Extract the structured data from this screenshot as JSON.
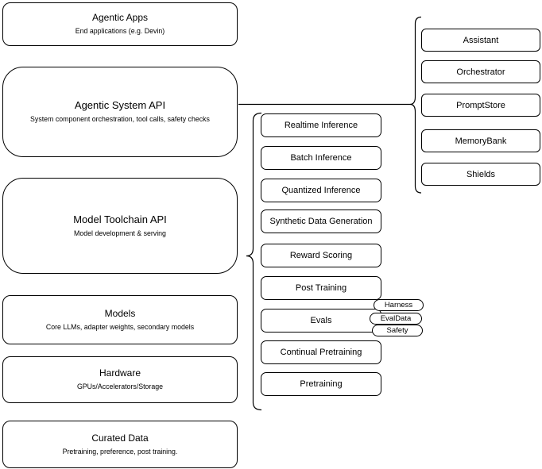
{
  "diagram": {
    "left_stack": [
      {
        "title": "Agentic Apps",
        "subtitle": "End applications (e.g. Devin)"
      },
      {
        "title": "Agentic System API",
        "subtitle": "System component orchestration, tool calls, safety checks"
      },
      {
        "title": "Model Toolchain API",
        "subtitle": "Model development & serving"
      },
      {
        "title": "Models",
        "subtitle": "Core LLMs, adapter weights, secondary models"
      },
      {
        "title": "Hardware",
        "subtitle": "GPUs/Accelerators/Storage"
      },
      {
        "title": "Curated Data",
        "subtitle": "Pretraining, preference, post training."
      }
    ],
    "toolchain_stack": [
      {
        "label": "Realtime Inference"
      },
      {
        "label": "Batch Inference"
      },
      {
        "label": "Quantized Inference"
      },
      {
        "label": "Synthetic Data Generation"
      },
      {
        "label": "Reward Scoring"
      },
      {
        "label": "Post Training"
      },
      {
        "label": "Evals"
      },
      {
        "label": "Continual Pretraining"
      },
      {
        "label": "Pretraining"
      }
    ],
    "eval_pills": [
      {
        "label": "Harness"
      },
      {
        "label": "EvalData"
      },
      {
        "label": "Safety"
      }
    ],
    "system_stack": [
      {
        "label": "Assistant"
      },
      {
        "label": "Orchestrator"
      },
      {
        "label": "PromptStore"
      },
      {
        "label": "MemoryBank"
      },
      {
        "label": "Shields"
      }
    ],
    "colors": {
      "stroke": "#000000",
      "background": "#ffffff",
      "node_fill": "#ffffff"
    }
  }
}
